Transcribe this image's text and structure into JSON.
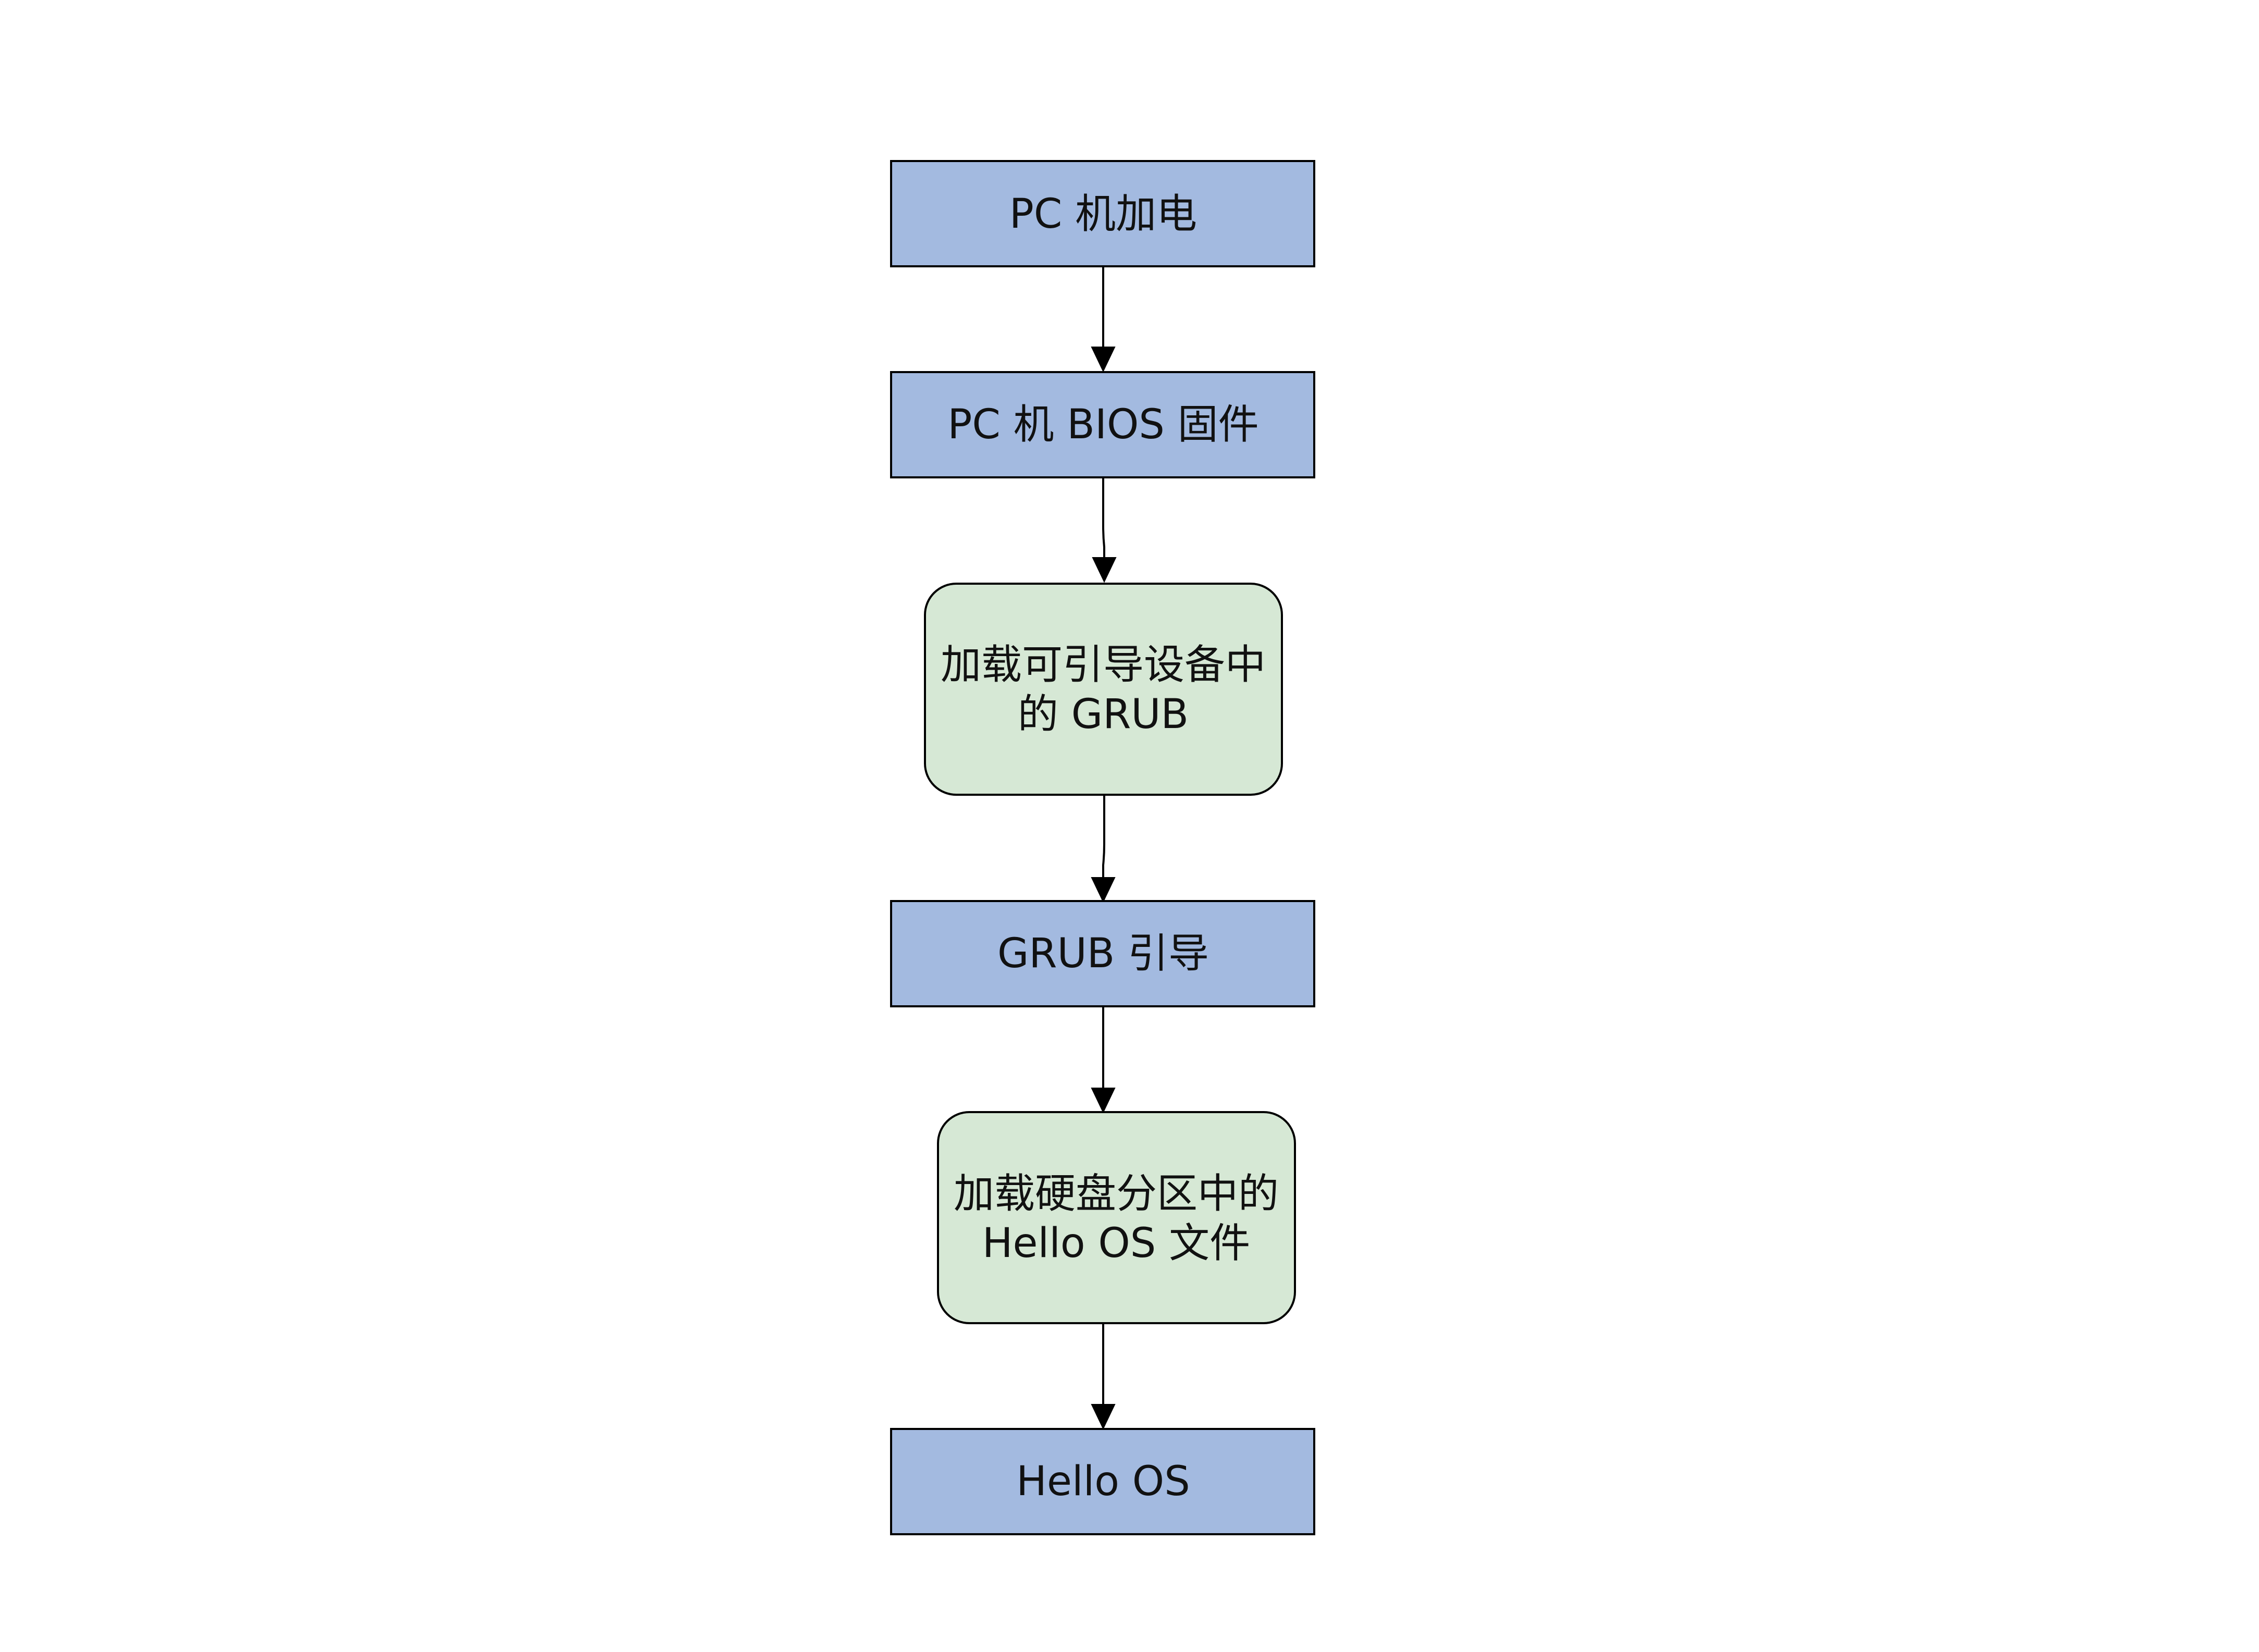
{
  "colors": {
    "process_fill": "#A3BAE0",
    "action_fill": "#D6E8D5",
    "stroke": "#000000",
    "text": "#111111"
  },
  "nodes": [
    {
      "id": "pc-power-on",
      "shape": "rectangle",
      "lines": [
        "PC 机加电"
      ]
    },
    {
      "id": "pc-bios-firmware",
      "shape": "rectangle",
      "lines": [
        "PC 机 BIOS 固件"
      ]
    },
    {
      "id": "load-grub-from-boot-device",
      "shape": "rounded-rectangle",
      "lines": [
        "加载可引导设备中",
        "的 GRUB"
      ]
    },
    {
      "id": "grub-boot",
      "shape": "rectangle",
      "lines": [
        "GRUB 引导"
      ]
    },
    {
      "id": "load-hello-os-file",
      "shape": "rounded-rectangle",
      "lines": [
        "加载硬盘分区中的",
        "Hello OS 文件"
      ]
    },
    {
      "id": "hello-os",
      "shape": "rectangle",
      "lines": [
        "Hello OS"
      ]
    }
  ],
  "edges": [
    {
      "from": "pc-power-on",
      "to": "pc-bios-firmware"
    },
    {
      "from": "pc-bios-firmware",
      "to": "load-grub-from-boot-device"
    },
    {
      "from": "load-grub-from-boot-device",
      "to": "grub-boot"
    },
    {
      "from": "grub-boot",
      "to": "load-hello-os-file"
    },
    {
      "from": "load-hello-os-file",
      "to": "hello-os"
    }
  ]
}
